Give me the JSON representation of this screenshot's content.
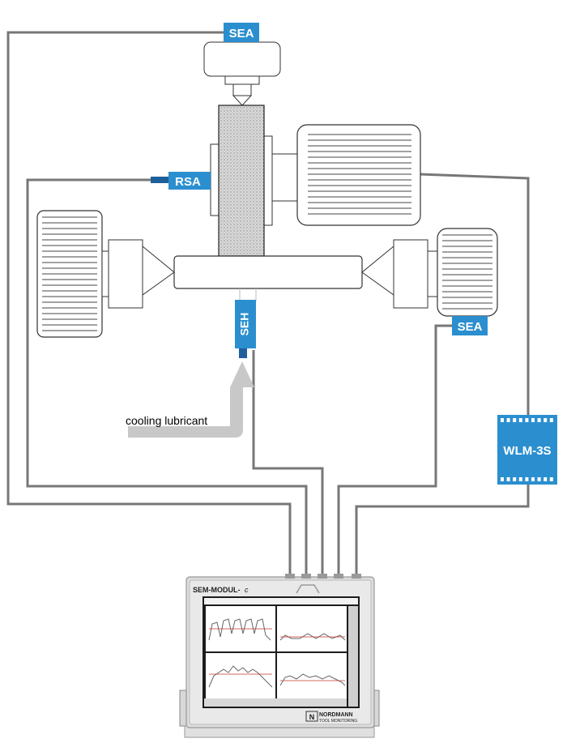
{
  "labels": {
    "sea_top": "SEA",
    "rsa": "RSA",
    "seh": "SEH",
    "sea_right": "SEA",
    "wlm": "WLM-3S",
    "cooling": "cooling lubricant"
  },
  "device": {
    "brand": "SEM-MODUL-",
    "brand_suffix": "c",
    "maker": "NORDMANN",
    "maker_sub": "TOOL MONITORING"
  },
  "colors": {
    "accent": "#2b8fcf",
    "line": "#777777",
    "arrow": "#c8c8c8"
  }
}
